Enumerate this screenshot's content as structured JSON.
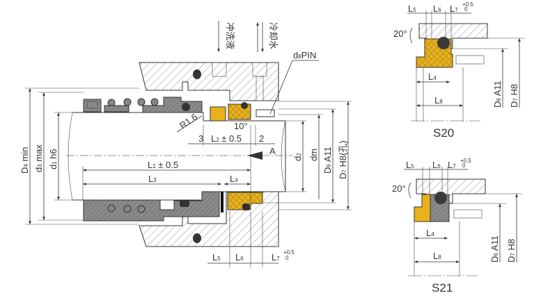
{
  "colors": {
    "seal_face": "#e8b21c",
    "metal": "#8a8a8a",
    "oring": "#3a3a3a",
    "hatch": "#555555"
  },
  "main": {
    "flush_label": "冲洗液",
    "cooling_label": "冷却水",
    "pin_label": {
      "base": "d",
      "sub": "8",
      "rest": "PIN"
    },
    "radius_label": "R1.6",
    "angle_label": "10°",
    "dim_3": "3",
    "dim_2": "2",
    "l2": {
      "base": "L",
      "sub": "2",
      "rest": " ± 0.5"
    },
    "view_a": "A",
    "l1": {
      "base": "L",
      "sub": "1",
      "rest": " ± 0.5"
    },
    "l3": {
      "base": "L",
      "sub": "3"
    },
    "l4": {
      "base": "L",
      "sub": "4"
    },
    "l5": {
      "base": "L",
      "sub": "5"
    },
    "l6": {
      "base": "L",
      "sub": "6"
    },
    "l7": {
      "base": "L",
      "sub": "7",
      "tol_up": "+0.5",
      "tol_low": "0"
    },
    "d4": {
      "base": "D",
      "sub": "4",
      "rest": " min"
    },
    "d3": {
      "base": "d",
      "sub": "3",
      "rest": " max"
    },
    "d1": {
      "base": "d",
      "sub": "1",
      "rest": " h6"
    },
    "d2": {
      "base": "d",
      "sub": "2"
    },
    "dm": "dm",
    "d6": {
      "base": "D",
      "sub": "6",
      "rest": " A11"
    },
    "d7": {
      "base": "D",
      "sub": "7",
      "rest": " H8(孔)"
    }
  },
  "details": [
    {
      "title": "S20",
      "angle": "20°",
      "l4": {
        "base": "L",
        "sub": "4"
      },
      "l5": {
        "base": "L",
        "sub": "5"
      },
      "l6": {
        "base": "L",
        "sub": "6"
      },
      "l7": {
        "base": "L",
        "sub": "7",
        "tol_up": "+0.5",
        "tol_low": "0"
      },
      "l8": {
        "base": "L",
        "sub": "8"
      },
      "d6": {
        "base": "D",
        "sub": "6",
        "rest": " A11"
      },
      "d7": {
        "base": "D",
        "sub": "7",
        "rest": " H8"
      }
    },
    {
      "title": "S21",
      "angle": "20°",
      "l4": {
        "base": "L",
        "sub": "4"
      },
      "l5": {
        "base": "L",
        "sub": "5"
      },
      "l6": {
        "base": "L",
        "sub": "6"
      },
      "l7": {
        "base": "L",
        "sub": "7",
        "tol_up": "+0.5",
        "tol_low": "0"
      },
      "l8": {
        "base": "L",
        "sub": "8"
      },
      "d6": {
        "base": "D",
        "sub": "6",
        "rest": " A11"
      },
      "d7": {
        "base": "D",
        "sub": "7",
        "rest": " H8"
      }
    }
  ]
}
